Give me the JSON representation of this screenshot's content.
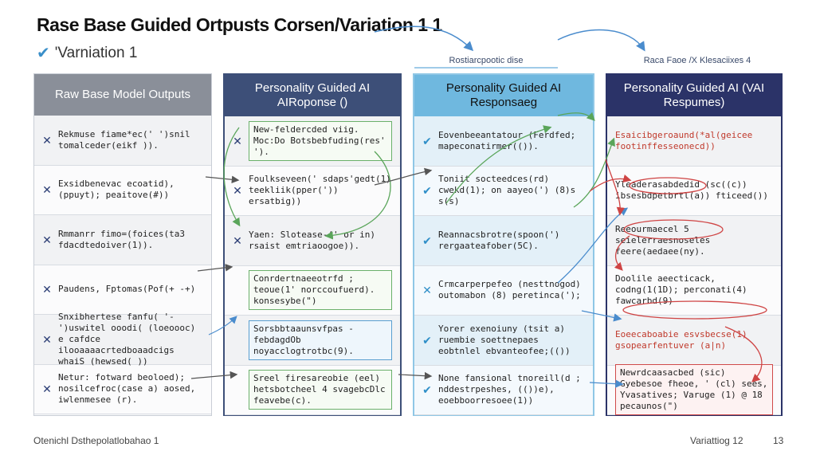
{
  "title": "Rase Base Guided Ortpusts Corsen/Variation 1 1",
  "subtitle": "'Varniation 1",
  "top_notes": [
    "Rostiarcpootic dise",
    "Raca Faoe /X  Klesaciixes 4"
  ],
  "columns": [
    {
      "header": "Raw Base Model Outputs",
      "mark": "x",
      "rows": [
        "Rekmuse fiame*ec(' ')snil tomalceder(eikf )).",
        "Exsidbenevac ecoatid), (ppuyt); peaitove(#))",
        "Rmmanrr fimo=(foices(ta3 fdacdtedoiver(1)).",
        "Paudens, Fptomas(Pof(+ -+)",
        "Snxibhertese fanfu( '- ')uswitel ooodi( (loeoooc) e cafdce ilooaaaacrtedboaadcigs whaiS (hewsed( ))",
        "Netur: fotward beoloed); nosilcefroc(case a) aosed, iwlenmesee (r)."
      ]
    },
    {
      "header": "Personality Guided AI AIRoponse ()",
      "mark": "x",
      "rows": [
        "New-feldercded viig. Moc:Do Botsbebfuding(res' ').",
        "Foulkseveen(' sdaps'gedt(1) teekliik(pper(')) ersatbig))",
        "Yaen: Slotease-(' or in) rsaist emtriaoogoe)).",
        "Conrdertnaeeotrfd ; teoue(1' norccoufuerd). konsesybe(\")",
        "Sorsbbtaaunsvfpas - febdagdOb noyacclogtrotbc(9).",
        "Sreel firesareobie (eel) hetsbotcheel 4 svagebcDlc feavebe(c)."
      ]
    },
    {
      "header": "Personality Guided AI Responsaeg",
      "mark": "ok",
      "rows": [
        "Eovenbeeantatour (Ferdfed; mapeconatirmer(()).",
        "Toniit socteedces(rd) cwekd(1); on aayeo(') (8)s s(s)",
        "Reannacsbrotre(spoon(') rergaateafober(5C).",
        "Crmcarperpefeo (nesttnogod) outomabon (8) peretinca(');",
        "Yorer exenoiuny (tsit a) ruembie soettnepaes eobtnlel ebvanteofee;(())",
        "None fansional tnoreill(d ; nddestrpeshes, (())e), eoebboorresoee(1))"
      ]
    },
    {
      "header": "Personality Guided AI (VAI Respumes)",
      "mark": "none",
      "rows": [
        "Esaicibgeroaund(*al(geicee footinffesseonecd))",
        "Yleaderasabdedid (sc((c)) ibsesbdpetbrtl(a)) fticeed())",
        "Reeourmaecel 5 seielerraesnoseles feere(aedaee(ny).",
        "Doolile aeecticack, codng(1(1D); perconati(4) fawcarbd(9)",
        "Eoeecaboabie esvsbecse(1) gsopearfentuver (a|n)",
        "Newrdcaasacbed (sic) Gyebesoe fheoe, ' (cl) sees, Yvasatives; Varuge (1) @ 18 pecaunos(\")"
      ]
    }
  ],
  "footer_left": "Otenichl Dsthepolatlobahao  1",
  "footer_right": "Variattiog  12",
  "page_number": "13",
  "colors": {
    "col1_header": "#8a8f99",
    "col2_header": "#3d4f78",
    "col3_header": "#6fb8df",
    "col4_header": "#2b3368",
    "arrow_green": "#5aa55a",
    "arrow_blue": "#4a8ccd",
    "arrow_red": "#cf4444"
  }
}
